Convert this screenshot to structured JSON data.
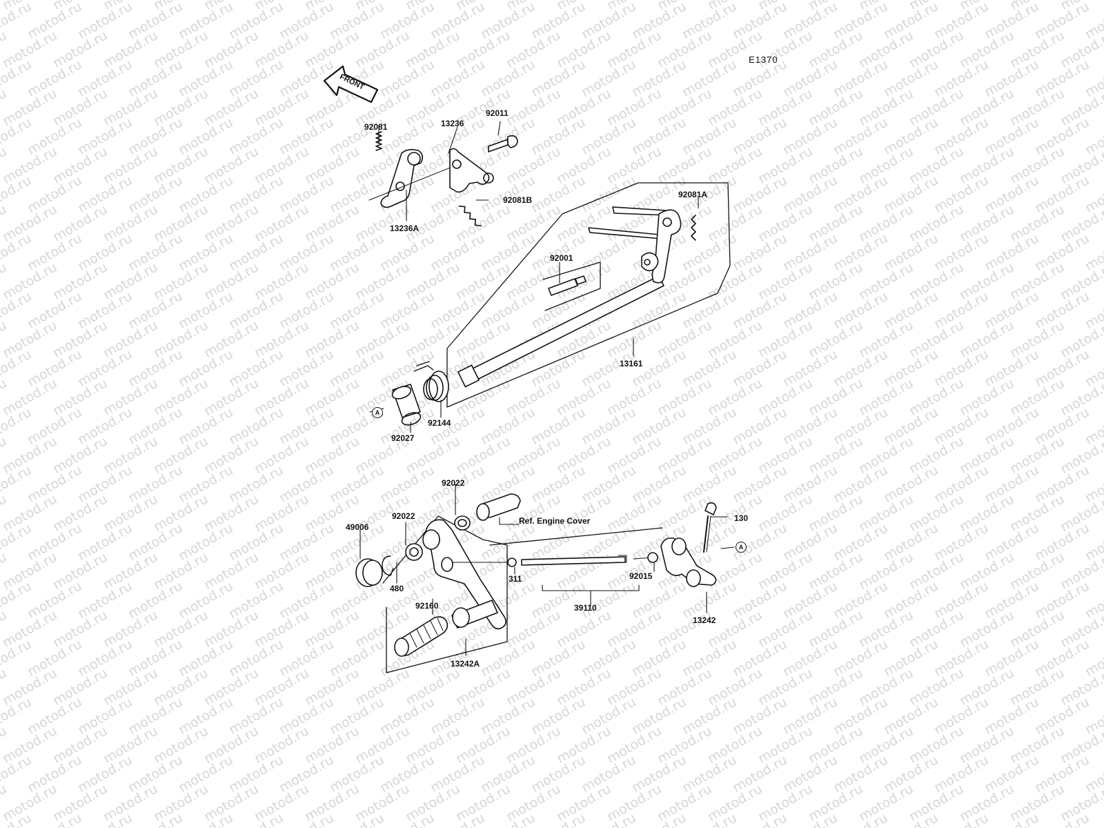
{
  "diagram": {
    "code": "E1370",
    "watermark": "motod.ru",
    "front_arrow_label": "FRONT",
    "marker_letter": "A",
    "parts": [
      {
        "id": "p-92081",
        "label": "92081"
      },
      {
        "id": "p-13236",
        "label": "13236"
      },
      {
        "id": "p-92011",
        "label": "92011"
      },
      {
        "id": "p-92081B",
        "label": "92081B"
      },
      {
        "id": "p-13236A",
        "label": "13236A"
      },
      {
        "id": "p-92081A",
        "label": "92081A"
      },
      {
        "id": "p-92001",
        "label": "92001"
      },
      {
        "id": "p-13161",
        "label": "13161"
      },
      {
        "id": "p-92144",
        "label": "92144"
      },
      {
        "id": "p-92027",
        "label": "92027"
      },
      {
        "id": "p-92022-top",
        "label": "92022"
      },
      {
        "id": "p-92022",
        "label": "92022"
      },
      {
        "id": "p-ref",
        "label": "Ref.  Engine Cover"
      },
      {
        "id": "p-49006",
        "label": "49006"
      },
      {
        "id": "p-480",
        "label": "480"
      },
      {
        "id": "p-311",
        "label": "311"
      },
      {
        "id": "p-92015",
        "label": "92015"
      },
      {
        "id": "p-130",
        "label": "130"
      },
      {
        "id": "p-39110",
        "label": "39110"
      },
      {
        "id": "p-13242",
        "label": "13242"
      },
      {
        "id": "p-92160",
        "label": "92160"
      },
      {
        "id": "p-13242A",
        "label": "13242A"
      }
    ]
  }
}
